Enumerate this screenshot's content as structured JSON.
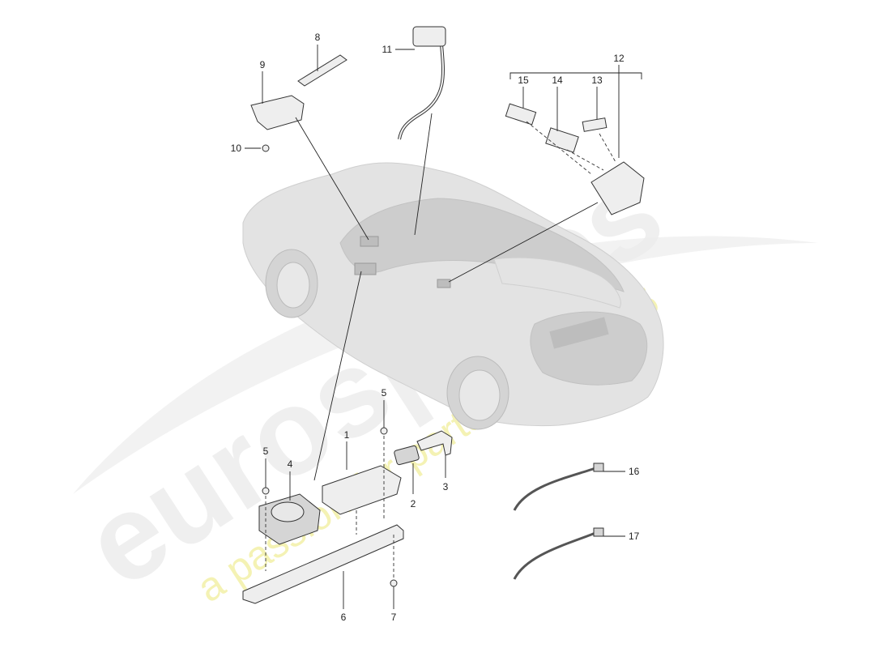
{
  "watermark": {
    "brand": "eurospares",
    "tagline": "a passion for parts since 1985"
  },
  "callouts": [
    {
      "id": "1",
      "label": "1"
    },
    {
      "id": "2",
      "label": "2"
    },
    {
      "id": "3",
      "label": "3"
    },
    {
      "id": "4",
      "label": "4"
    },
    {
      "id": "5a",
      "label": "5"
    },
    {
      "id": "5b",
      "label": "5"
    },
    {
      "id": "6",
      "label": "6"
    },
    {
      "id": "7",
      "label": "7"
    },
    {
      "id": "8",
      "label": "8"
    },
    {
      "id": "9",
      "label": "9"
    },
    {
      "id": "10",
      "label": "10"
    },
    {
      "id": "11",
      "label": "11"
    },
    {
      "id": "12",
      "label": "12"
    },
    {
      "id": "13",
      "label": "13"
    },
    {
      "id": "14",
      "label": "14"
    },
    {
      "id": "15",
      "label": "15"
    },
    {
      "id": "16",
      "label": "16"
    },
    {
      "id": "17",
      "label": "17"
    }
  ]
}
